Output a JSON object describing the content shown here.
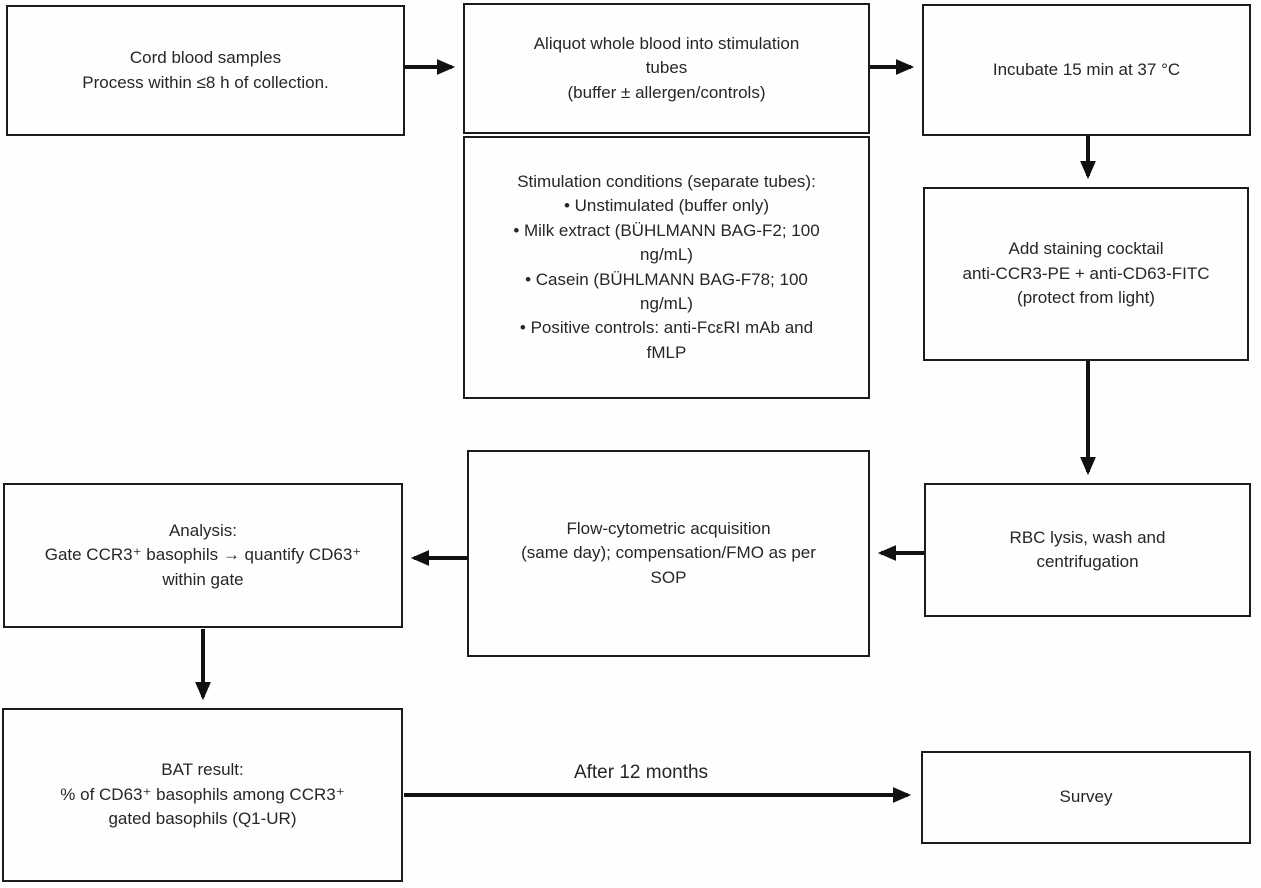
{
  "diagram": {
    "type": "flowchart",
    "boxes": {
      "cord_blood": {
        "text": "Cord blood samples\nProcess within ≤8 h of collection."
      },
      "aliquot": {
        "text": "Aliquot whole blood into stimulation\ntubes\n(buffer ± allergen/controls)"
      },
      "stimulation_conditions": {
        "text": "Stimulation conditions (separate tubes):\n• Unstimulated (buffer only)\n• Milk extract (BÜHLMANN BAG-F2; 100\nng/mL)\n• Casein (BÜHLMANN BAG-F78; 100\nng/mL)\n• Positive controls: anti-FcεRI mAb and\nfMLP"
      },
      "incubate": {
        "text": "Incubate 15 min at 37 °C"
      },
      "staining": {
        "text": "Add staining cocktail\nanti-CCR3-PE + anti-CD63-FITC\n(protect from light)"
      },
      "rbc_lysis": {
        "text": "RBC lysis, wash and\ncentrifugation"
      },
      "flow_cytometry": {
        "text": "Flow-cytometric acquisition\n(same day); compensation/FMO as per\nSOP"
      },
      "analysis": {
        "text": "Analysis:\nGate CCR3⁺ basophils → quantify CD63⁺\nwithin gate"
      },
      "bat_result": {
        "text": "BAT result:\n% of CD63⁺ basophils among CCR3⁺\ngated basophils (Q1-UR)"
      },
      "survey": {
        "text": "Survey"
      }
    },
    "arrow_labels": {
      "after_12_months": "After 12 months"
    },
    "flow_order": [
      "cord_blood",
      "aliquot",
      "incubate",
      "staining",
      "rbc_lysis",
      "flow_cytometry",
      "analysis",
      "bat_result",
      "survey"
    ],
    "colors": {
      "background": "#fefefe",
      "box_border": "#1c1c1c",
      "text": "#262626",
      "arrow": "#111111"
    }
  }
}
